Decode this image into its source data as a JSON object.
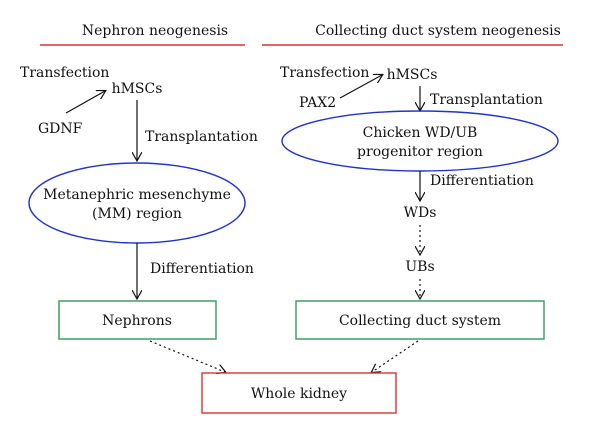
{
  "headings": {
    "left": "Nephron neogenesis",
    "right": "Collecting duct system neogenesis"
  },
  "left": {
    "transfection": "Transfection",
    "factor": "GDNF",
    "cells": "hMSCs",
    "step1": "Transplantation",
    "region_line1": "Metanephric mesenchyme",
    "region_line2": "(MM) region",
    "step2": "Differentiation",
    "result": "Nephrons"
  },
  "right": {
    "transfection": "Transfection",
    "factor": "PAX2",
    "cells": "hMSCs",
    "step1": "Transplantation",
    "region_line1": "Chicken WD/UB",
    "region_line2": "progenitor region",
    "step2": "Differentiation",
    "stage1": "WDs",
    "stage2": "UBs",
    "result": "Collecting duct system"
  },
  "final": "Whole kidney",
  "colors": {
    "heading_rule": "#e03030",
    "ellipse": "#2233cc",
    "result_box": "#2e9a5a",
    "final_box": "#e03030",
    "arrow": "#111111"
  }
}
